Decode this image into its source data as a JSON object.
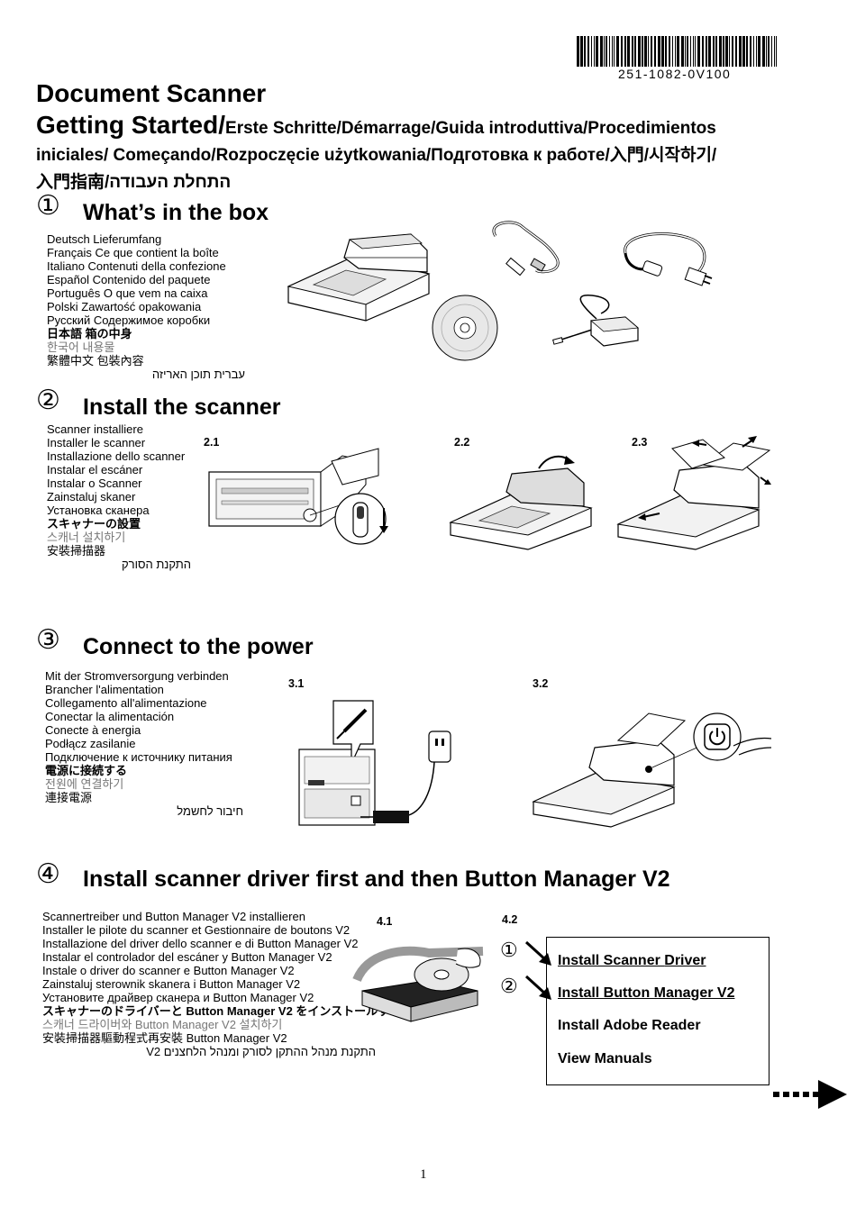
{
  "header": {
    "barcode_number": "251-1082-0V100",
    "title_line1": "Document Scanner",
    "title_getting_started": "Getting Started/",
    "title_langs_a": "Erste Schritte/Démarrage/Guida introduttiva/Procedimientos",
    "title_langs_b": "iniciales/ Começando/Rozpoczęcie użytkowania/Подготовка к работе/入門/시작하기/",
    "title_langs_c": "入門指南/התחלת העבודה"
  },
  "sections": {
    "s1": {
      "number": "①",
      "heading": "What’s in the box",
      "langs": [
        "Deutsch Lieferumfang",
        "Français Ce que contient la boîte",
        "Italiano Contenuti della confezione",
        "Español Contenido del paquete",
        "Português O que vem na caixa",
        "Polski Zawartość opakowania",
        "Русский Содержимое коробки",
        "日本語  箱の中身",
        "한국어  내용물",
        "繁體中文  包裝內容",
        "עברית תוכן האריזה"
      ]
    },
    "s2": {
      "number": "②",
      "heading": "Install the scanner",
      "langs": [
        "Scanner installiere",
        "Installer le scanner",
        "Installazione dello scanner",
        "Instalar el escáner",
        "Instalar o Scanner",
        "Zainstaluj skaner",
        "Установка сканера",
        "スキャナーの設置",
        "스캐너 설치하기",
        "安裝掃描器",
        "התקנת הסורק"
      ],
      "steps": [
        "2.1",
        "2.2",
        "2.3"
      ]
    },
    "s3": {
      "number": "③",
      "heading": "Connect to the power",
      "langs": [
        "Mit der Stromversorgung verbinden",
        "Brancher l'alimentation",
        "Collegamento all'alimentazione",
        "Conectar la alimentación",
        "Conecte à energia",
        "Podłącz zasilanie",
        "Подключение к источнику питания",
        "電源に接続する",
        "전원에 연결하기",
        "連接電源",
        "חיבור לחשמל"
      ],
      "steps": [
        "3.1",
        "3.2"
      ]
    },
    "s4": {
      "number": "④",
      "heading": "Install scanner driver first and then Button Manager V2",
      "langs": [
        "Scannertreiber und Button Manager V2 installieren",
        "Installer le pilote du scanner et Gestionnaire de boutons V2",
        "Installazione del driver dello scanner e di Button Manager V2",
        "Instalar el controlador del escáner y Button Manager V2",
        "Instale o driver do scanner e Button Manager V2",
        "Zainstaluj sterownik skanera i Button Manager V2",
        "Установите драйвер сканера и Button Manager V2",
        "スキャナーのドライバーと  Button Manager V2  をインストールする",
        "스캐너 드라이버와  Button Manager V2  설치하기",
        "安裝掃描器驅動程式再安裝 Button Manager V2",
        "התקנת מנהל ההתקן לסורק ומנהל הלחצנים V2"
      ],
      "steps": [
        "4.1",
        "4.2"
      ],
      "marker1": "①",
      "marker2": "②",
      "menu": {
        "item1_prefix": "Install Scanner ",
        "item1_suffix": "Driver",
        "item2": "Install Button Manager V2",
        "item3": "Install Adobe Reader",
        "item4": "View Manuals"
      }
    }
  },
  "footer": {
    "page_number": "1"
  }
}
